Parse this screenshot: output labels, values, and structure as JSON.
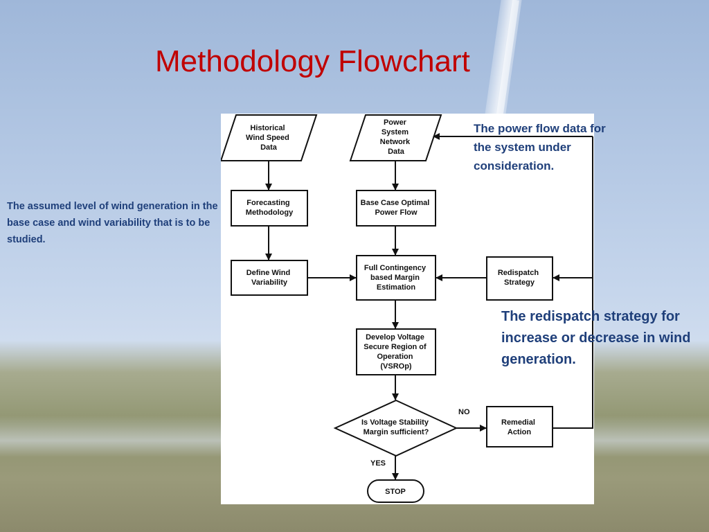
{
  "slide": {
    "title": "Methodology Flowchart"
  },
  "notes": {
    "left": "The assumed level of wind generation in the base case and wind variability that is to be studied.",
    "top": "The power flow data for the system under consideration.",
    "right": "The redispatch strategy for increase or decrease in wind generation."
  },
  "flowchart": {
    "historical": [
      "Historical",
      "Wind Speed",
      "Data"
    ],
    "network": [
      "Power",
      "System",
      "Network",
      "Data"
    ],
    "forecasting": [
      "Forecasting",
      "Methodology"
    ],
    "base_case": [
      "Base Case Optimal",
      "Power Flow"
    ],
    "define_wind": [
      "Define Wind",
      "Variability"
    ],
    "full_contingency": [
      "Full Contingency",
      "based Margin",
      "Estimation"
    ],
    "redispatch": [
      "Redispatch",
      "Strategy"
    ],
    "develop_voltage": [
      "Develop Voltage",
      "Secure Region of",
      "Operation",
      "(VSROp)"
    ],
    "decision": [
      "Is Voltage Stability",
      "Margin sufficient?"
    ],
    "remedial": [
      "Remedial",
      "Action"
    ],
    "stop": "STOP",
    "label_no": "NO",
    "label_yes": "YES"
  },
  "colors": {
    "title": "#c00000",
    "notes": "#1f3f7a"
  }
}
